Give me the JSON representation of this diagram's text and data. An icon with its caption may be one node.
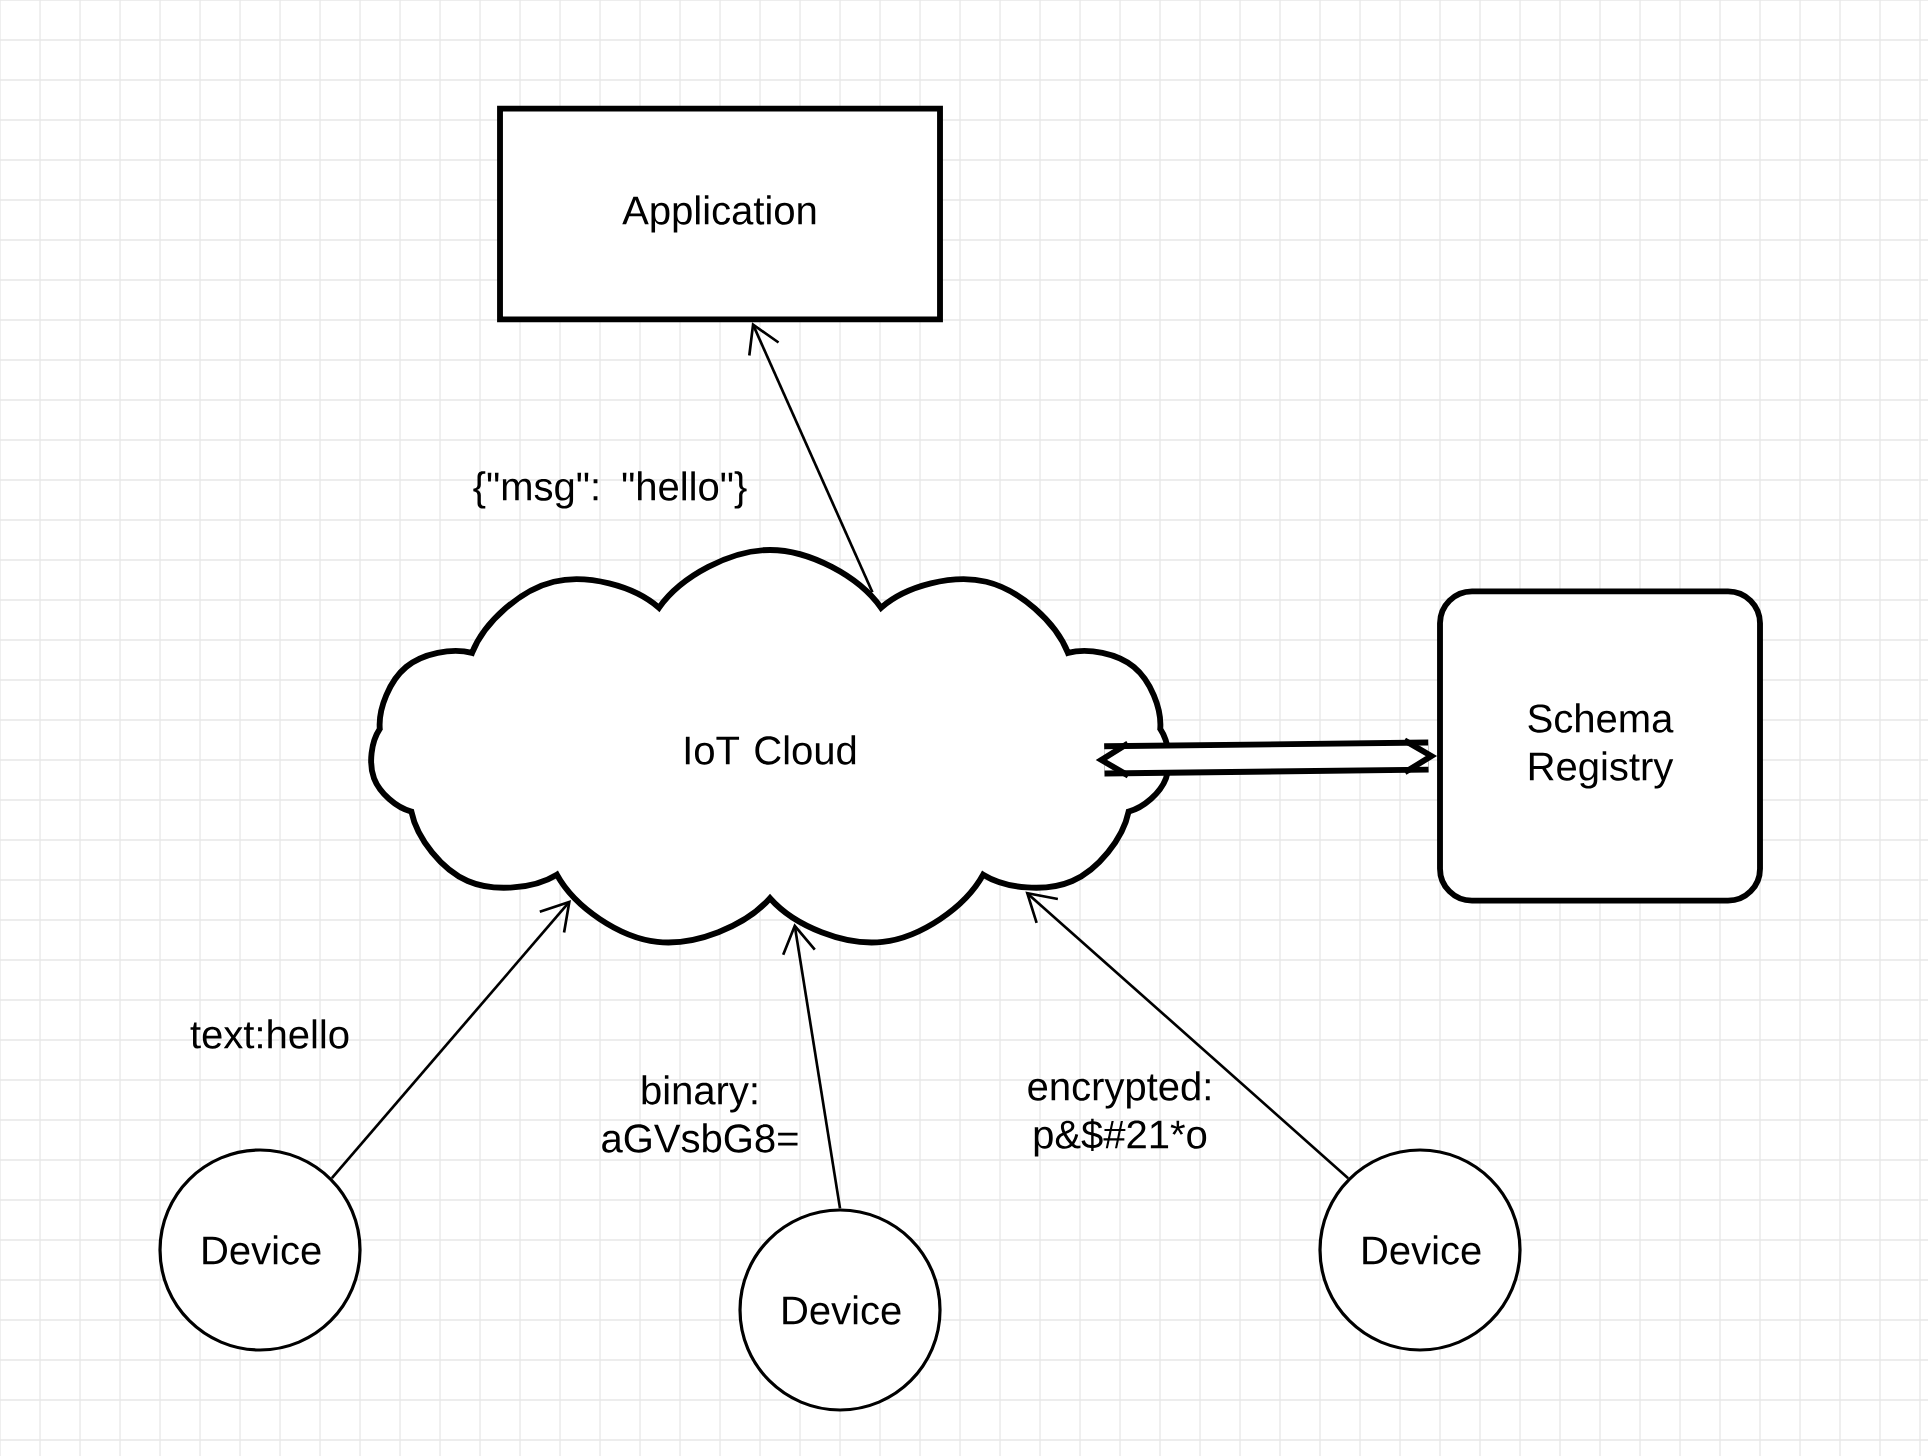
{
  "diagram": {
    "nodes": [
      {
        "text": [
          "Application"
        ]
      },
      {
        "text": [
          "IoT Cloud"
        ]
      },
      {
        "text": [
          "Schema Registry"
        ]
      },
      {
        "text": [
          "Device"
        ]
      },
      {
        "text": [
          "Device"
        ]
      },
      {
        "text": [
          "Device"
        ]
      }
    ],
    "edges": [
      {
        "from": 1,
        "to": 0,
        "arrow": "to",
        "label": "{\"msg\": \"hello\"}"
      },
      {
        "from": 1,
        "to": 2,
        "arrow": "both",
        "style": "thick"
      },
      {
        "from": 3,
        "to": 1,
        "arrow": "to",
        "label": "text:hello"
      },
      {
        "from": 4,
        "to": 1,
        "arrow": "to",
        "label": "binary: aGVsbG8="
      },
      {
        "from": 5,
        "to": 1,
        "arrow": "to",
        "label": "encrypted: p&$#21*o"
      }
    ]
  }
}
